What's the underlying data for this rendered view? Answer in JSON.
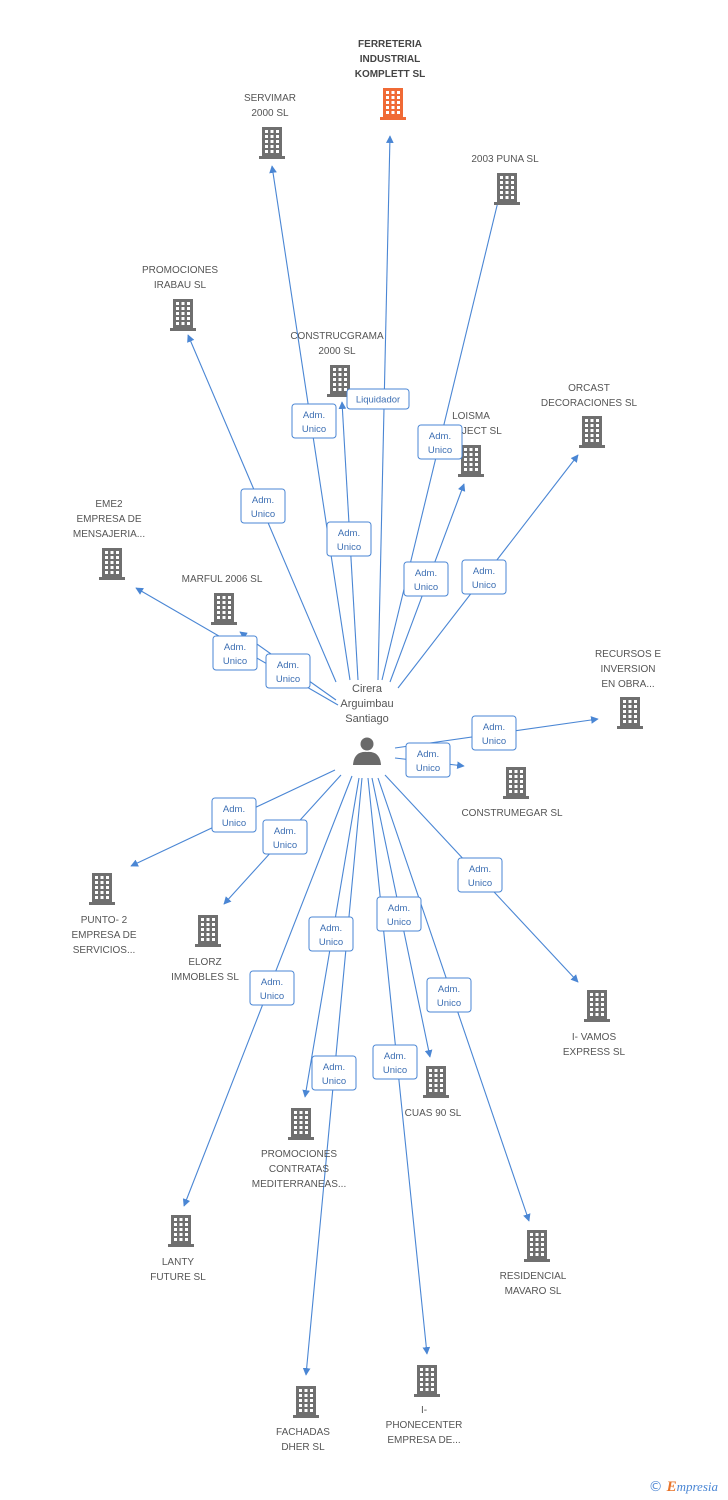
{
  "person": {
    "lines": [
      "Cirera",
      "Arguimbau",
      "Santiago"
    ]
  },
  "companies": [
    {
      "id": "ferreteria",
      "lines": [
        "FERRETERIA",
        "INDUSTRIAL",
        "KOMPLETT SL"
      ],
      "highlight": true
    },
    {
      "id": "servimar",
      "lines": [
        "SERVIMAR",
        "2000 SL"
      ]
    },
    {
      "id": "puna",
      "lines": [
        "2003 PUNA SL"
      ]
    },
    {
      "id": "promociones_irabau",
      "lines": [
        "PROMOCIONES",
        "IRABAU SL"
      ]
    },
    {
      "id": "construcgrama",
      "lines": [
        "CONSTRUCGRAMA",
        "2000 SL"
      ]
    },
    {
      "id": "loisma",
      "lines": [
        "LOISMA",
        "PROJECT SL"
      ]
    },
    {
      "id": "orcast",
      "lines": [
        "ORCAST",
        "DECORACIONES SL"
      ]
    },
    {
      "id": "eme2",
      "lines": [
        "EME2",
        "EMPRESA DE",
        "MENSAJERIA..."
      ]
    },
    {
      "id": "marful",
      "lines": [
        "MARFUL 2006 SL"
      ]
    },
    {
      "id": "recursos",
      "lines": [
        "RECURSOS E",
        "INVERSION",
        "EN OBRA..."
      ]
    },
    {
      "id": "construmegar",
      "lines": [
        "CONSTRUMEGAR SL"
      ]
    },
    {
      "id": "punto2",
      "lines": [
        "PUNTO- 2",
        "EMPRESA DE",
        "SERVICIOS..."
      ]
    },
    {
      "id": "elorz",
      "lines": [
        "ELORZ",
        "IMMOBLES SL"
      ]
    },
    {
      "id": "ivamos",
      "lines": [
        "I- VAMOS",
        "EXPRESS SL"
      ]
    },
    {
      "id": "cuas",
      "lines": [
        "CUAS 90 SL"
      ]
    },
    {
      "id": "promociones_contratas",
      "lines": [
        "PROMOCIONES",
        "CONTRATAS",
        "MEDITERRANEAS..."
      ]
    },
    {
      "id": "lanty",
      "lines": [
        "LANTY",
        "FUTURE SL"
      ]
    },
    {
      "id": "residencial",
      "lines": [
        "RESIDENCIAL",
        "MAVARO SL"
      ]
    },
    {
      "id": "fachadas",
      "lines": [
        "FACHADAS",
        "DHER SL"
      ]
    },
    {
      "id": "iphonecenter",
      "lines": [
        "I-",
        "PHONECENTER",
        "EMPRESA DE..."
      ]
    }
  ],
  "relations": [
    {
      "to": "ferreteria",
      "role": [
        "Liquidador"
      ]
    },
    {
      "to": "servimar",
      "role": [
        "Adm.",
        "Unico"
      ]
    },
    {
      "to": "puna",
      "role": [
        "Adm.",
        "Unico"
      ]
    },
    {
      "to": "promociones_irabau",
      "role": [
        "Adm.",
        "Unico"
      ]
    },
    {
      "to": "construcgrama",
      "role": [
        "Adm.",
        "Unico"
      ]
    },
    {
      "to": "loisma",
      "role": [
        "Adm.",
        "Unico"
      ]
    },
    {
      "to": "orcast",
      "role": [
        "Adm.",
        "Unico"
      ]
    },
    {
      "to": "eme2",
      "role": [
        "Adm.",
        "Unico"
      ]
    },
    {
      "to": "marful",
      "role": [
        "Adm.",
        "Unico"
      ]
    },
    {
      "to": "recursos",
      "role": [
        "Adm.",
        "Unico"
      ]
    },
    {
      "to": "construmegar",
      "role": [
        "Adm.",
        "Unico"
      ]
    },
    {
      "to": "punto2",
      "role": [
        "Adm.",
        "Unico"
      ]
    },
    {
      "to": "elorz",
      "role": [
        "Adm.",
        "Unico"
      ]
    },
    {
      "to": "ivamos",
      "role": [
        "Adm.",
        "Unico"
      ]
    },
    {
      "to": "cuas",
      "role": [
        "Adm.",
        "Unico"
      ]
    },
    {
      "to": "promociones_contratas",
      "role": [
        "Adm.",
        "Unico"
      ]
    },
    {
      "to": "lanty",
      "role": [
        "Adm.",
        "Unico"
      ]
    },
    {
      "to": "residencial",
      "role": [
        "Adm.",
        "Unico"
      ]
    },
    {
      "to": "fachadas",
      "role": [
        "Adm.",
        "Unico"
      ]
    },
    {
      "to": "iphonecenter",
      "role": [
        "Adm.",
        "Unico"
      ]
    }
  ],
  "colors": {
    "edge": "#4a86d4",
    "building": "#6f6f6f",
    "highlight": "#f06a35",
    "person": "#6a6a6a"
  },
  "footer": {
    "symbol": "©",
    "brand_initial": "E",
    "brand_rest": "mpresia"
  }
}
